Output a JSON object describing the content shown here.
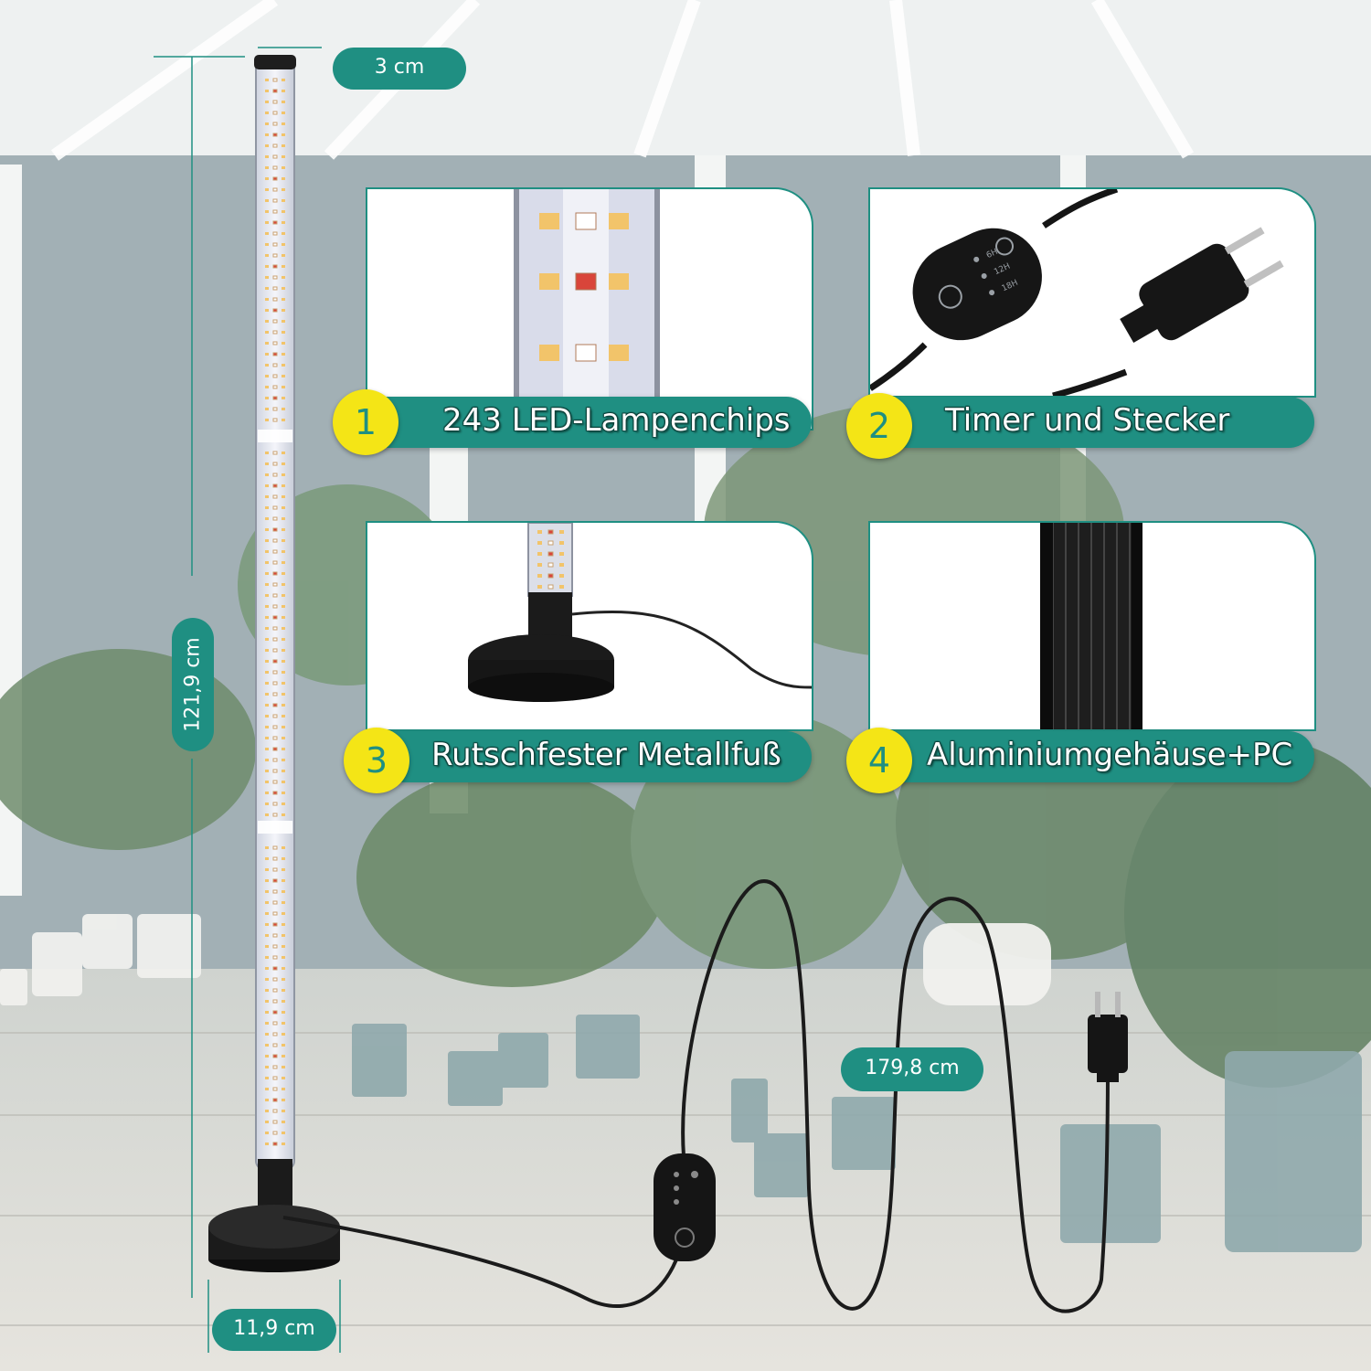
{
  "dimensions": {
    "width_label": "3 cm",
    "height_label": "121,9 cm",
    "base_label": "11,9 cm",
    "cable_label": "179,8 cm"
  },
  "features": [
    {
      "number": "1",
      "title": "243 LED-Lampenchips",
      "icon": "led-chips-closeup"
    },
    {
      "number": "2",
      "title": "Timer und Stecker",
      "icon": "timer-remote-and-plug"
    },
    {
      "number": "3",
      "title": "Rutschfester Metallfuß",
      "icon": "metal-base"
    },
    {
      "number": "4",
      "title": "Aluminiumgehäuse+PC",
      "icon": "aluminium-housing"
    }
  ],
  "timer_labels": [
    "6H",
    "12H",
    "18H"
  ],
  "colors": {
    "accent": "#1f8f82",
    "badge": "#f4e516",
    "led_warm": "#f2c46a",
    "led_red": "#d9453a"
  }
}
